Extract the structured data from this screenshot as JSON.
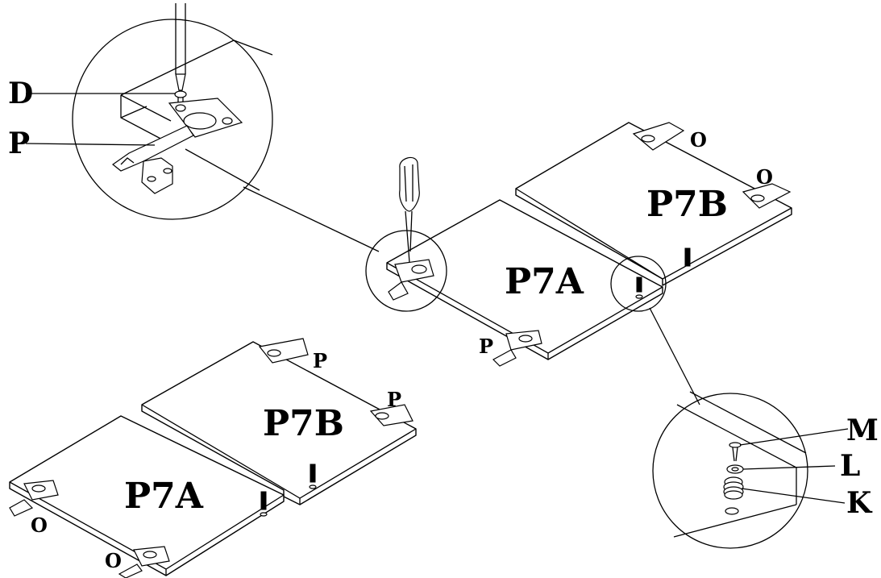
{
  "labels": {
    "detail_hinge_screw": "D",
    "detail_hinge": "P",
    "panel_front_right": "P7A",
    "panel_back_right": "P7B",
    "panel_front_left": "P7A",
    "panel_back_left": "P7B",
    "hinge_mark_right_1": "O",
    "hinge_mark_right_2": "O",
    "hinge_mark_right_front": "P",
    "hinge_mark_left_back_1": "P",
    "hinge_mark_left_back_2": "P",
    "hinge_mark_left_front_1": "O",
    "hinge_mark_left_front_2": "O",
    "detail_screw": "M",
    "detail_washer": "L",
    "detail_bumper": "K"
  }
}
